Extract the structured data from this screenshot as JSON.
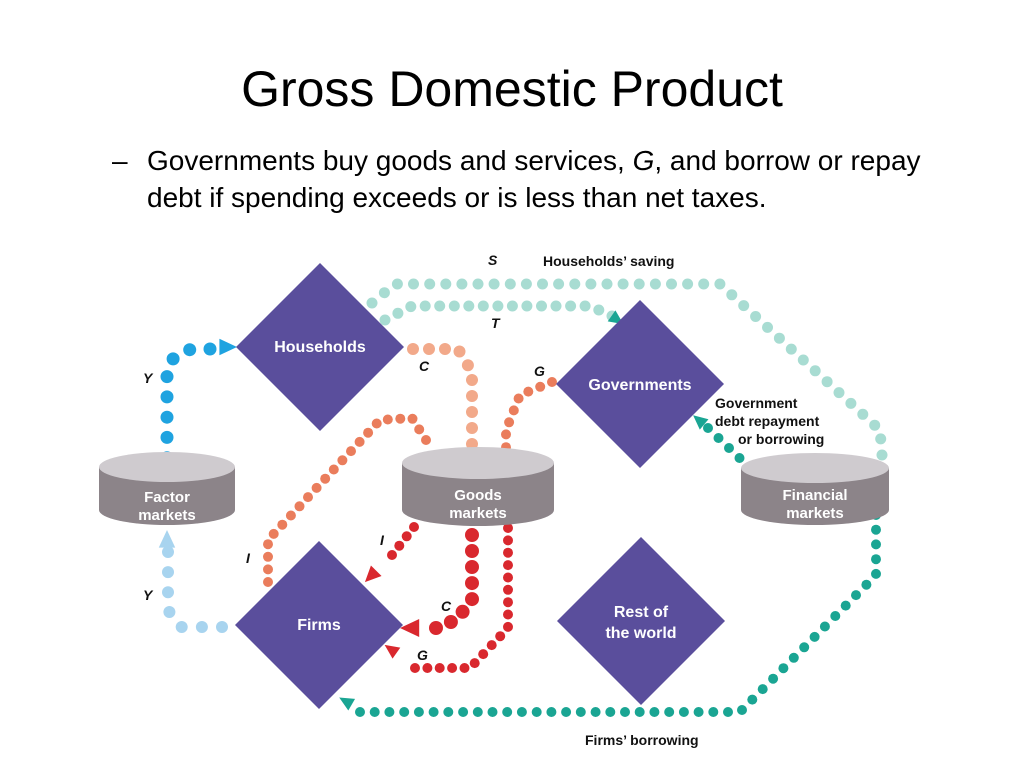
{
  "title": "Gross Domestic Product",
  "bullet": {
    "dash": "–",
    "text_before": "Governments buy goods and services, ",
    "italic_var": "G",
    "text_after": ", and borrow or repay debt if spending exceeds or is less than net taxes."
  },
  "diagram": {
    "nodes": {
      "households": "Households",
      "governments": "Governments",
      "firms": "Firms",
      "rest_world_line1": "Rest of",
      "rest_world_line2": "the world",
      "factor_line1": "Factor",
      "factor_line2": "markets",
      "goods_line1": "Goods",
      "goods_line2": "markets",
      "financial_line1": "Financial",
      "financial_line2": "markets"
    },
    "labels": {
      "households_saving": "Households’ saving",
      "firms_borrowing": "Firms’ borrowing",
      "gov_debt_line1": "Government",
      "gov_debt_line2": "debt repayment",
      "gov_debt_line3": "or borrowing"
    },
    "variables": {
      "S": "S",
      "T": "T",
      "C_household": "C",
      "G_government": "G",
      "Y_top": "Y",
      "Y_bottom": "Y",
      "I_left": "I",
      "I_firms": "I",
      "C_firms": "C",
      "G_firms": "G"
    },
    "colors": {
      "diamond": "#5a4e9c",
      "disk_top": "#cfcbcf",
      "disk_side": "#8c8489",
      "light_blue": "#a8d4ef",
      "blue": "#1fa3e0",
      "salmon_light": "#f2a98a",
      "salmon": "#ea7d5c",
      "red": "#d9282e",
      "teal": "#1aa593",
      "teal_light": "#a8dcd2"
    }
  }
}
